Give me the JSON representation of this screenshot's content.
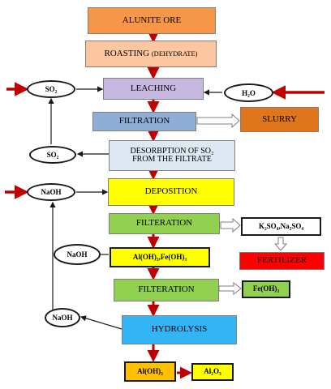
{
  "flowchart": {
    "nodes": {
      "alunite_ore": "ALUNITE ORE",
      "roasting": "ROASTING",
      "roasting_note": "(DEHYDRATE)",
      "leaching": "LEACHING",
      "filtration": "FILTRATION",
      "slurry": "SLURRY",
      "desorption_line1": "DESORBPTION OF SO₂",
      "desorption_line2": "FROM THE FILTRATE",
      "deposition": "DEPOSITION",
      "filteration_1": "FILTERATION",
      "sulfates": "K₂SO₄,Na₂SO₄",
      "fertilizer": "FERTILIZER",
      "hydroxides": "Al(OH)₃,Fe(OH)₃",
      "filteration_2": "FILTERATION",
      "iron_hydroxide": "Fe(OH)₃",
      "hydrolysis": "HYDROLYSIS",
      "aluminium_hydroxide": "Al(OH)₃",
      "alumina": "Al₂O₃"
    },
    "ovals": {
      "so2_in": "SO₂",
      "h2o": "H₂O",
      "so2_out": "SO₂",
      "naoh_in": "NaOH",
      "naoh_2": "NaOH",
      "naoh_3": "NaOH"
    },
    "colors": {
      "orange": "#f79646",
      "peach": "#fbc6a0",
      "lavender": "#c7b8e0",
      "steel_blue": "#8eaed8",
      "brown_orange": "#e0761c",
      "pale_blue": "#dde8f3",
      "yellow": "#ffff00",
      "green": "#92d050",
      "red": "#ff0000",
      "sky_blue": "#33b5f5",
      "amber": "#ffc000",
      "arrow_red": "#c00000"
    }
  }
}
